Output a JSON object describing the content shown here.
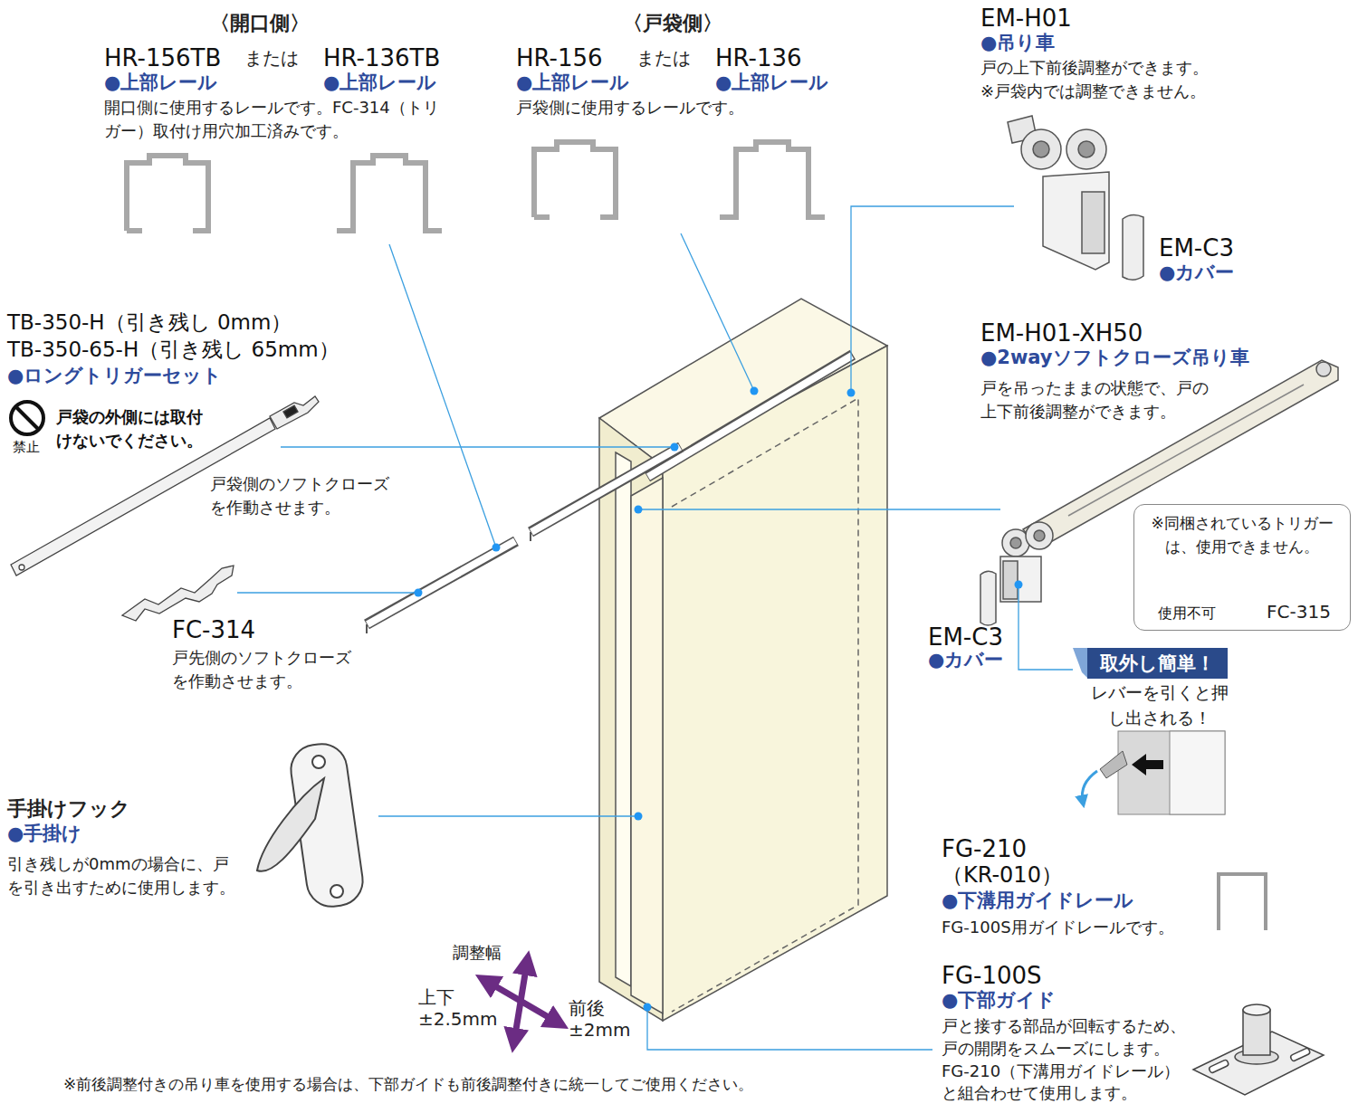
{
  "diagram": {
    "nodes": [
      {
        "text": [
          "※同梱されているトリガーは、使用できません。",
          "使用不可",
          "FC-315"
        ]
      },
      {
        "text": [
          "取外し簡単！"
        ]
      }
    ],
    "labels": [
      "〈開口側〉",
      "HR-156TB",
      "または",
      "HR-136TB",
      "●上部レール",
      "●上部レール",
      "開口側に使用するレールです。FC-314（トリガー）取付け用穴加工済みです。",
      "〈戸袋側〉",
      "HR-156",
      "または",
      "HR-136",
      "●上部レール",
      "●上部レール",
      "戸袋側に使用するレールです。",
      "EM-H01",
      "●吊り車",
      "戸の上下前後調整ができます。",
      "※戸袋内では調整できません。",
      "EM-C3",
      "●カバー",
      "TB-350-H（引き残し 0mm）",
      "TB-350-65-H（引き残し 65mm）",
      "●ロングトリガーセット",
      "戸袋の外側には取付けないでください。",
      "禁止",
      "戸袋側のソフトクローズを作動させます。",
      "FC-314",
      "戸先側のソフトクローズを作動させます。",
      "EM-H01-XH50",
      "●2wayソフトクローズ吊り車",
      "戸を吊ったままの状態で、戸の上下前後調整ができます。",
      "EM-C3",
      "●カバー",
      "レバーを引くと押し出される！",
      "手掛けフック",
      "●手掛け",
      "引き残しが0mmの場合に、戸を引き出すために使用します。",
      "調整幅",
      "上下",
      "±2.5mm",
      "前後",
      "±2mm",
      "FG-210",
      "（KR-010）",
      "●下溝用ガイドレール",
      "FG-100S用ガイドレールです。",
      "FG-100S",
      "●下部ガイド",
      "戸と接する部品が回転するため、戸の開閉をスムーズにします。FG-210（下溝用ガイドレール）と組合わせて使用します。",
      "※前後調整付きの吊り車を使用する場合は、下部ガイドも前後調整付きに統一してご使用ください。"
    ]
  }
}
